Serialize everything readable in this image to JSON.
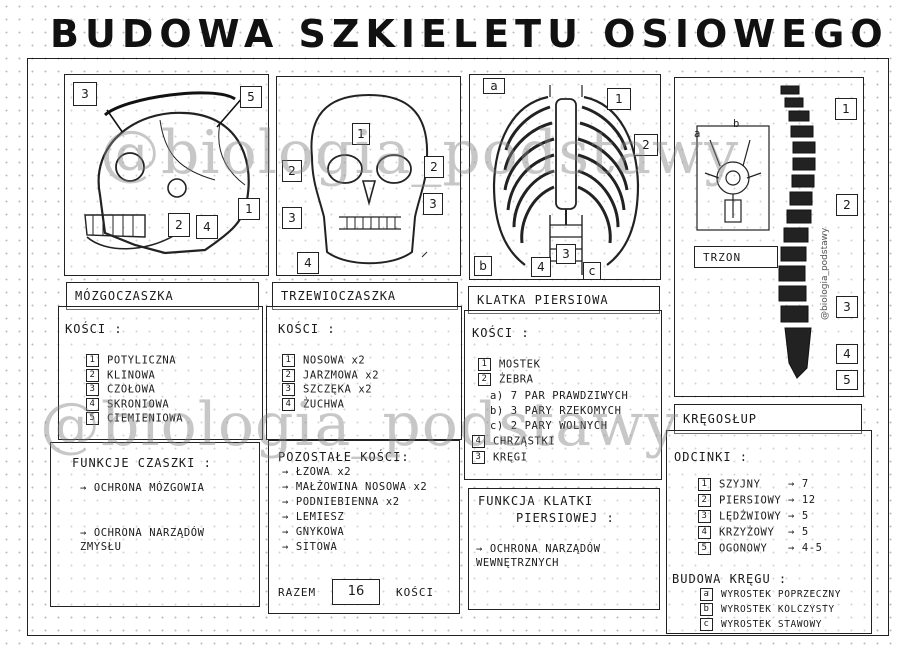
{
  "title": "BUDOWA SZKIELETU OSIOWEGO",
  "watermark": "@biologia_podstawy",
  "side_watermark": "@biologia_podstawy",
  "skull_side_tags": [
    "3",
    "5",
    "2",
    "4",
    "1"
  ],
  "skull_front_tags": [
    "1",
    "2",
    "2",
    "3",
    "3",
    "4"
  ],
  "ribcage_tags": [
    "a",
    "1",
    "2",
    "b",
    "4",
    "3",
    "c"
  ],
  "spine_tags": [
    "1",
    "2",
    "3",
    "4",
    "5"
  ],
  "vertebra_letters": [
    "a",
    "b"
  ],
  "vertebra_label": "TRZON",
  "neurocranium": {
    "header": "MÓZGOCZASZKA",
    "bones_title": "KOŚCI :",
    "bones": [
      {
        "n": "1",
        "name": "POTYLICZNA"
      },
      {
        "n": "2",
        "name": "KLINOWA"
      },
      {
        "n": "3",
        "name": "CZOŁOWA"
      },
      {
        "n": "4",
        "name": "SKRONIOWA"
      },
      {
        "n": "5",
        "name": "CIEMIENIOWA"
      }
    ]
  },
  "viscerocranium": {
    "header": "TRZEWIOCZASZKA",
    "bones_title": "KOŚCI :",
    "bones": [
      {
        "n": "1",
        "name": "NOSOWA x2"
      },
      {
        "n": "2",
        "name": "JARZMOWA x2"
      },
      {
        "n": "3",
        "name": "SZCZĘKA x2"
      },
      {
        "n": "4",
        "name": "ŻUCHWA"
      }
    ],
    "other_title": "POZOSTAŁE KOŚCI:",
    "other": [
      "ŁZOWA x2",
      "MAŁŻOWINA NOSOWA x2",
      "PODNIEBIENNA x2",
      "LEMIESZ",
      "GNYKOWA",
      "SITOWA"
    ],
    "total_prefix": "RAZEM",
    "total_value": "16",
    "total_suffix": "KOŚCI"
  },
  "skull_functions": {
    "title": "FUNKCJE CZASZKI :",
    "items": [
      "OCHRONA MÓZGOWIA",
      "OCHRONA NARZĄDÓW ZMYSŁU"
    ]
  },
  "ribcage": {
    "header": "KLATKA PIERSIOWA",
    "bones_title": "KOŚCI :",
    "bone1": {
      "n": "1",
      "name": "MOSTEK"
    },
    "bone2": {
      "n": "2",
      "name": "ŻEBRA"
    },
    "rib_types": [
      "a) 7 PAR PRAWDZIWYCH",
      "b) 3 PARY RZEKOMYCH",
      "c) 2 PARY WOLNYCH"
    ],
    "bone4": {
      "n": "4",
      "name": "CHRZĄSTKI"
    },
    "bone3": {
      "n": "3",
      "name": "KRĘGI"
    },
    "function_title_1": "FUNKCJA KLATKI",
    "function_title_2": "PIERSIOWEJ :",
    "function_item": "OCHRONA NARZĄDÓW WEWNĘTRZNYCH"
  },
  "spine": {
    "header": "KRĘGOSŁUP",
    "sections_title": "ODCINKI :",
    "sections": [
      {
        "n": "1",
        "name": "SZYJNY",
        "count": "7"
      },
      {
        "n": "2",
        "name": "PIERSIOWY",
        "count": "12"
      },
      {
        "n": "3",
        "name": "LĘDŹWIOWY",
        "count": "5"
      },
      {
        "n": "4",
        "name": "KRZYŻOWY",
        "count": "5"
      },
      {
        "n": "5",
        "name": "OGONOWY",
        "count": "4-5"
      }
    ],
    "vertebra_title": "BUDOWA KRĘGU :",
    "vertebra_parts": [
      {
        "n": "a",
        "name": "WYROSTEK POPRZECZNY"
      },
      {
        "n": "b",
        "name": "WYROSTEK KOLCZYSTY"
      },
      {
        "n": "c",
        "name": "WYROSTEK STAWOWY"
      }
    ]
  },
  "arrow_glyph": "→"
}
